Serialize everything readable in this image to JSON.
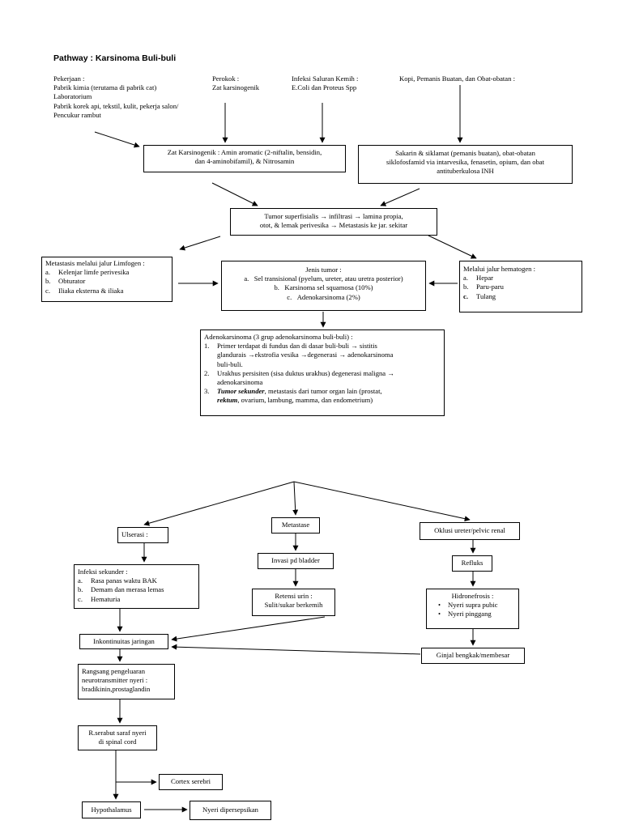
{
  "title": "Pathway : Karsinoma Buli-buli",
  "causes": {
    "pekerjaan": [
      "Pekerjaan :",
      "Pabrik kimia (terutama di pabrik cat)",
      "Laboratorium",
      "Pabrik korek api, tekstil, kulit, pekerja salon/",
      "Pencukur rambut"
    ],
    "perokok": [
      "Perokok :",
      "Zat karsinogenik"
    ],
    "isk": [
      "Infeksi Saluran Kemih :",
      "E.Coli dan Proteus Spp"
    ],
    "kopi": "Kopi, Pemanis Buatan, dan Obat-obatan :"
  },
  "zat_karsinogenik": [
    "Zat Karsinogenik : Amin aromatic (2-niftalin, bensidin,",
    "dan 4-aminobifamil),  & Nitrosamin"
  ],
  "sakarin": [
    "Sakarin & siklamat (pemanis buatan), obat-obatan",
    "siklofosfamid via intarvesika, fenasetin, opium, dan obat",
    "antituberkulosa INH"
  ],
  "tumor_superfisialis": [
    "Tumor superfisialis → infiltrasi → lamina propia,",
    "otot, & lemak perivesika → Metastasis ke jar. sekitar"
  ],
  "limfogen": {
    "heading": "Metastasis melalui jalur Limfogen :",
    "items": [
      {
        "marker": "a.",
        "text": "Kelenjar limfe perivesika"
      },
      {
        "marker": "b.",
        "text": "Obturator"
      },
      {
        "marker": "c.",
        "text": "Iliaka eksterna & iliaka"
      }
    ]
  },
  "jenis_tumor": {
    "heading": "Jenis tumor :",
    "items": [
      {
        "marker": "a.",
        "text": "Sel transisional (pyelum, ureter, atau uretra posterior)"
      },
      {
        "marker": "b.",
        "text": "Karsinoma sel squamosa (10%)"
      },
      {
        "marker": "c.",
        "text": "Adenokarsinoma (2%)"
      }
    ]
  },
  "hematogen": {
    "heading": "Melalui  jalur hematogen :",
    "items": [
      {
        "marker": "a.",
        "text": "Hepar"
      },
      {
        "marker": "b.",
        "text": "Paru-paru"
      },
      {
        "marker": "c.",
        "text": "Tulang"
      }
    ]
  },
  "adenokarsinoma": {
    "heading": "Adenokarsinoma (3 grup adenokarsinoma buli-buli) :",
    "item1": {
      "marker": "1.",
      "lines": [
        "Primer terdapat di fundus dan di dasar buli-buli → sistitis",
        "glandurais →ekstrofia vesika →degenerasi → adenokarsinoma",
        "buli-buli."
      ]
    },
    "item2": {
      "marker": "2.",
      "lines": [
        "Urakhus persisiten (sisa duktus urakhus) degenerasi maligna →",
        "adenokarsinoma"
      ]
    },
    "item3": {
      "marker": "3.",
      "bold": "Tumor sekunder",
      "rest": ", metastasis dari tumor organ lain (prostat,",
      "bold2": "rektum",
      "rest2": ", ovarium, lambung, mamma, dan endometrium)"
    }
  },
  "ulserasi": "Ulserasi :",
  "metastase": "Metastase",
  "oklusi": "Oklusi ureter/pelvic renal",
  "infeksi_sekunder": {
    "heading": "Infeksi sekunder :",
    "items": [
      {
        "marker": "a.",
        "text": "Rasa panas waktu BAK"
      },
      {
        "marker": "b.",
        "text": "Demam dan merasa lemas"
      },
      {
        "marker": "c.",
        "text": "Hematuria"
      }
    ]
  },
  "invasi": "Invasi pd bladder",
  "refluks": "Refluks",
  "retensi": [
    "Retensi urin :",
    "Sulit/sukar berkemih"
  ],
  "hidronefrosis": {
    "heading": "Hidronefrosis :",
    "items": [
      {
        "marker": "•",
        "text": "Nyeri supra pubic"
      },
      {
        "marker": "•",
        "text": "Nyeri pinggang"
      }
    ]
  },
  "inkontinuitas": "Inkontinuitas jaringan",
  "ginjal": "Ginjal bengkak/membesar",
  "rangsang": [
    "Rangsang pengeluaran",
    "neurotransmitter nyeri :",
    "bradikinin,prostaglandin"
  ],
  "serabut": [
    "R.serabut saraf nyeri",
    "di spinal cord"
  ],
  "cortex": "Cortex serebri",
  "hypothalamus": "Hypothalamus",
  "nyeri": "Nyeri dipersepsikan"
}
